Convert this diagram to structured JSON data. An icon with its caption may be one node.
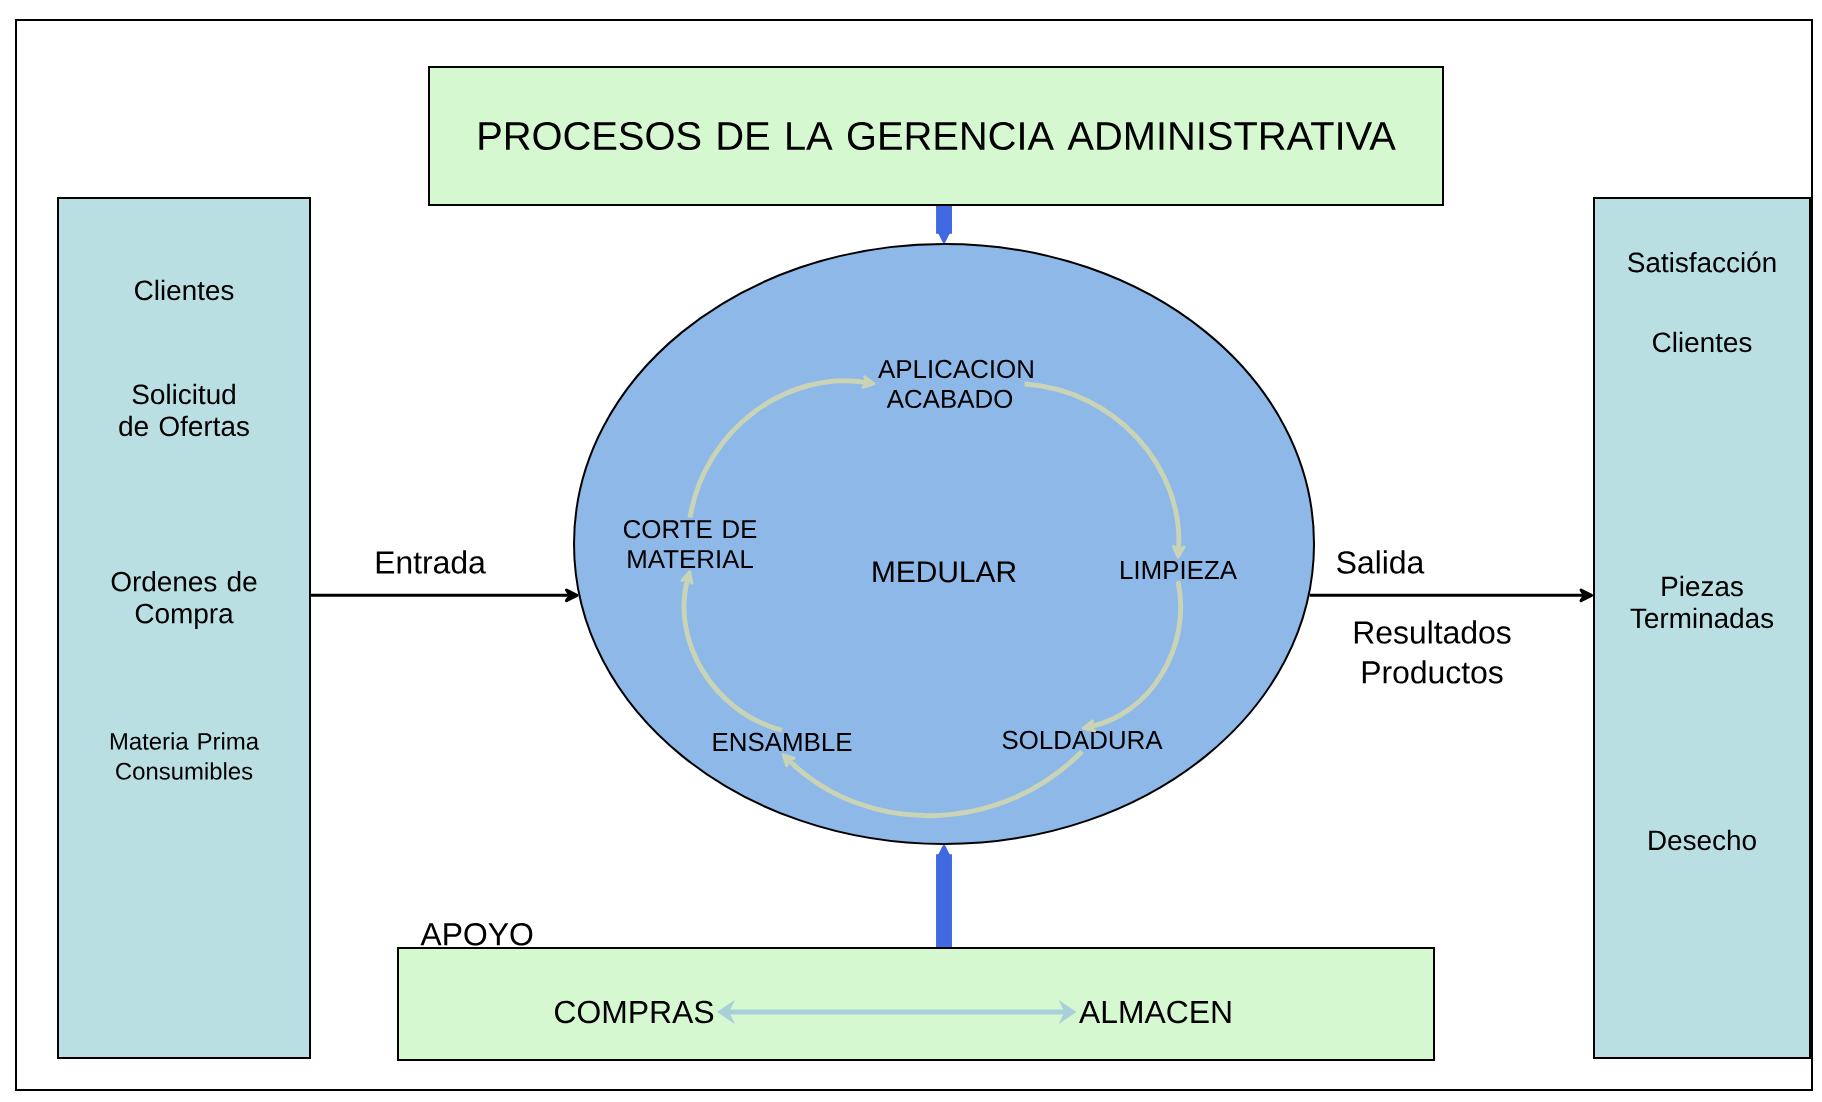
{
  "diagram": {
    "nodes": [
      {
        "text": [
          "PROCESOS DE LA GERENCIA ADMINISTRATIVA"
        ]
      },
      {
        "text": [
          "Clientes",
          "Solicitud de Ofertas",
          "Ordenes de Compra",
          "Materia Prima Consumibles"
        ]
      },
      {
        "text": [
          "MEDULAR"
        ]
      },
      {
        "text": [
          "APLICACION ACABADO"
        ],
        "in": 2
      },
      {
        "text": [
          "LIMPIEZA"
        ],
        "in": 2
      },
      {
        "text": [
          "SOLDADURA"
        ],
        "in": 2
      },
      {
        "text": [
          "ENSAMBLE"
        ],
        "in": 2
      },
      {
        "text": [
          "CORTE DE MATERIAL"
        ],
        "in": 2
      },
      {
        "text": [
          "Satisfacción",
          "Clientes",
          "Piezas Terminadas",
          "Desecho"
        ]
      },
      {
        "text": [
          "APOYO"
        ]
      },
      {
        "text": [
          "COMPRAS"
        ],
        "in": 9
      },
      {
        "text": [
          "ALMACEN"
        ],
        "in": 9
      }
    ],
    "edges": [
      {
        "from": 0,
        "to": 2,
        "arrow": "to",
        "style": "thick",
        "color": "#4169e1"
      },
      {
        "from": 9,
        "to": 2,
        "arrow": "to",
        "style": "thick",
        "color": "#4169e1"
      },
      {
        "from": 1,
        "to": 2,
        "arrow": "to",
        "label": "Entrada",
        "color": "#000000"
      },
      {
        "from": 2,
        "to": 8,
        "arrow": "to",
        "label": "Salida",
        "color": "#000000"
      },
      {
        "from": 10,
        "to": 11,
        "arrow": "both",
        "color": "#a9cfd8"
      },
      {
        "from": 3,
        "to": 4,
        "arrow": "to"
      },
      {
        "from": 4,
        "to": 5,
        "arrow": "to"
      },
      {
        "from": 5,
        "to": 6,
        "arrow": "to"
      },
      {
        "from": 6,
        "to": 7,
        "arrow": "to"
      },
      {
        "from": 7,
        "to": 3,
        "arrow": "to"
      }
    ],
    "labels": [
      "Resultados Productos"
    ]
  }
}
